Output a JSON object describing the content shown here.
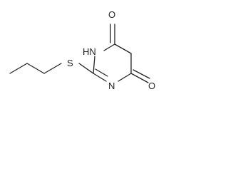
{
  "molecule": {
    "atoms": {
      "oxygen_top": "O",
      "nh": "HN",
      "sulfur": "S",
      "nitrogen": "N",
      "oxygen_bottom": "O"
    }
  }
}
